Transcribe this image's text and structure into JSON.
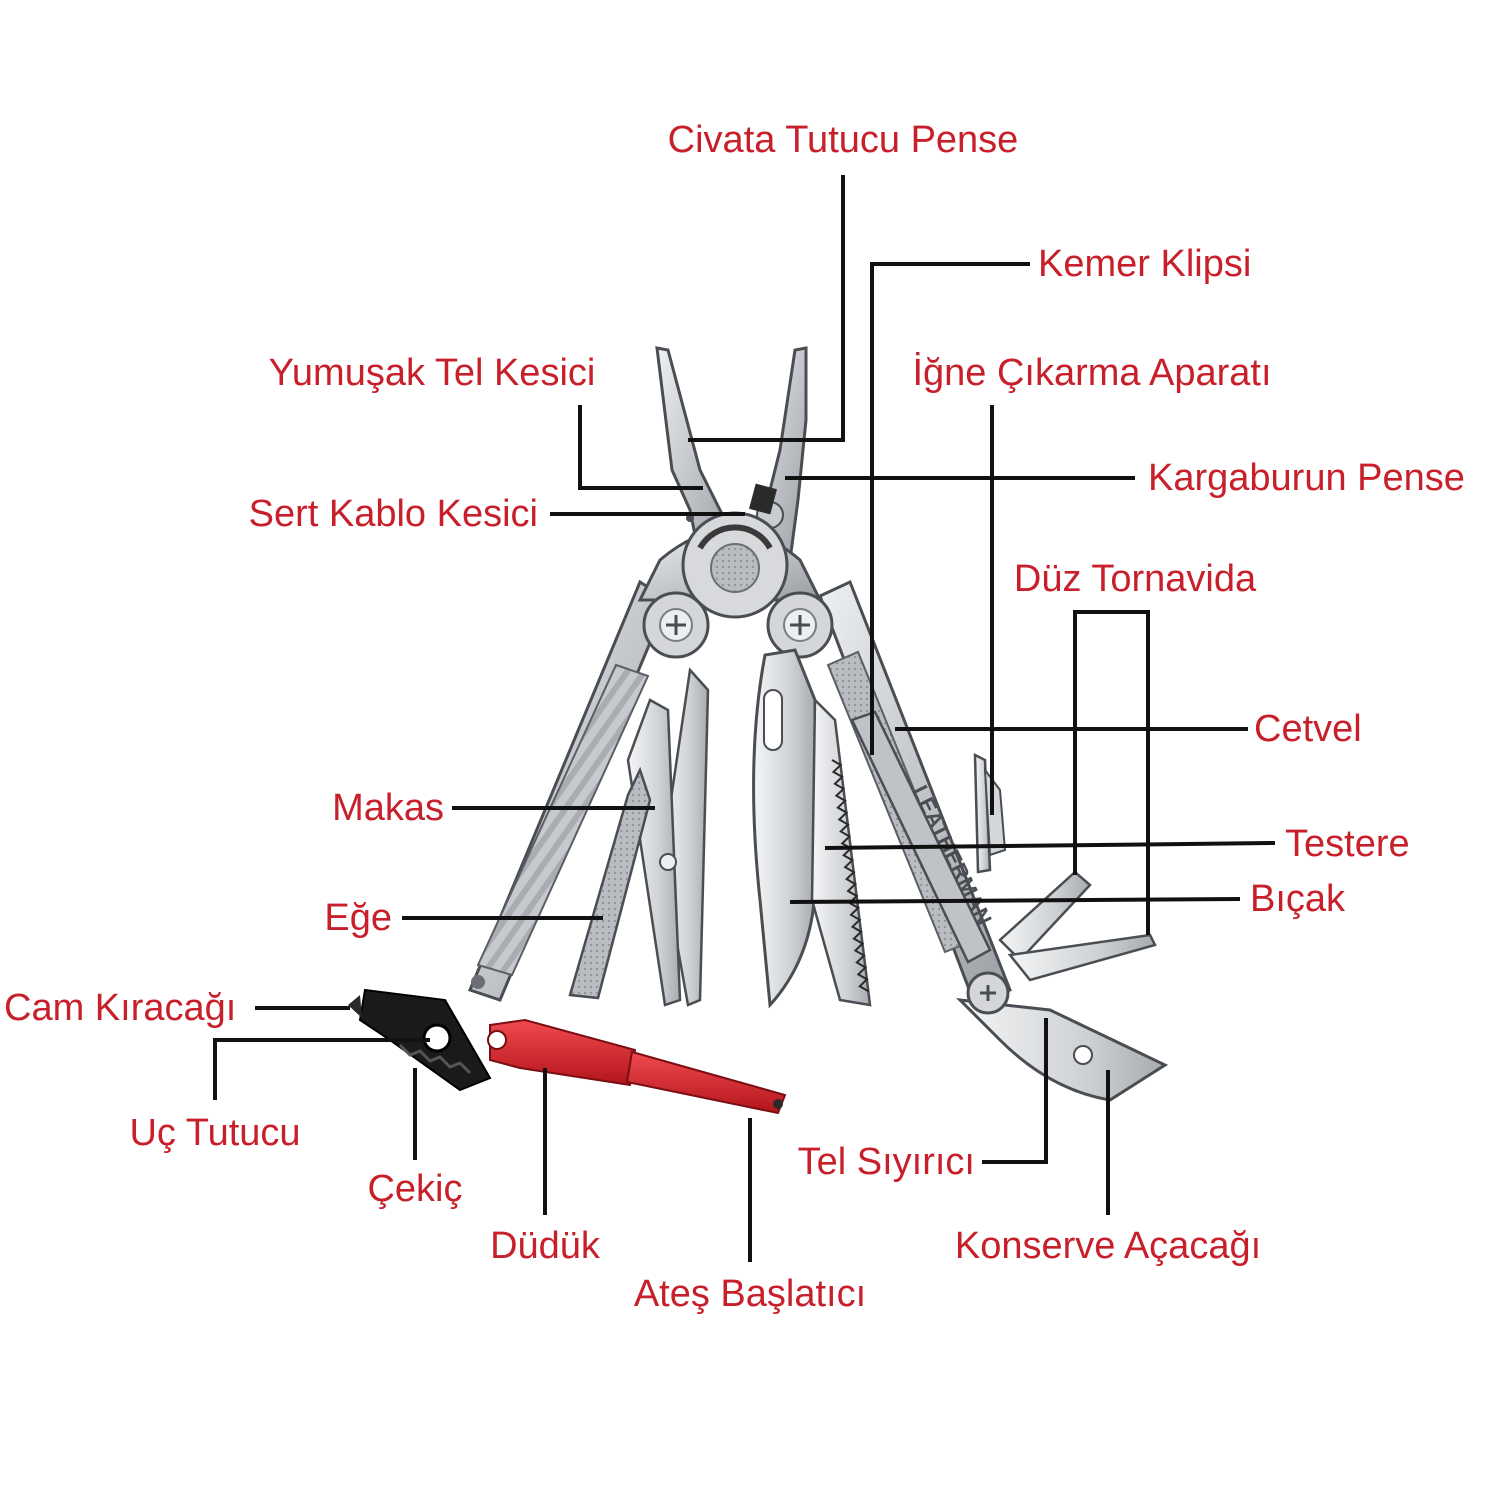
{
  "colors": {
    "label": "#c8202b",
    "leader": "#111111",
    "steel": "#c9ccd0",
    "steel_dark": "#8e9297",
    "steel_edge": "#4a4d52",
    "accent_red": "#d31f26",
    "black_part": "#1a1a1a"
  },
  "labels": {
    "civata_tutucu_pense": "Civata Tutucu Pense",
    "kemer_klipsi": "Kemer Klipsi",
    "yumusak_tel_kesici": "Yumuşak Tel Kesici",
    "igne_cikarma_aparati": "İğne Çıkarma Aparatı",
    "kargaburun_pense": "Kargaburun Pense",
    "sert_kablo_kesici": "Sert Kablo Kesici",
    "duz_tornavida": "Düz Tornavida",
    "cetvel": "Cetvel",
    "makas": "Makas",
    "testere": "Testere",
    "bicak": "Bıçak",
    "ege": "Eğe",
    "cam_kiracagi": "Cam Kıracağı",
    "uc_tutucu": "Uç Tutucu",
    "cekic": "Çekiç",
    "duduk": "Düdük",
    "ates_baslatici": "Ateş Başlatıcı",
    "tel_siyirici": "Tel Sıyırıcı",
    "konserve_acacagi": "Konserve Açacağı"
  },
  "tool": {
    "engraving": "LEATHERMAN"
  }
}
